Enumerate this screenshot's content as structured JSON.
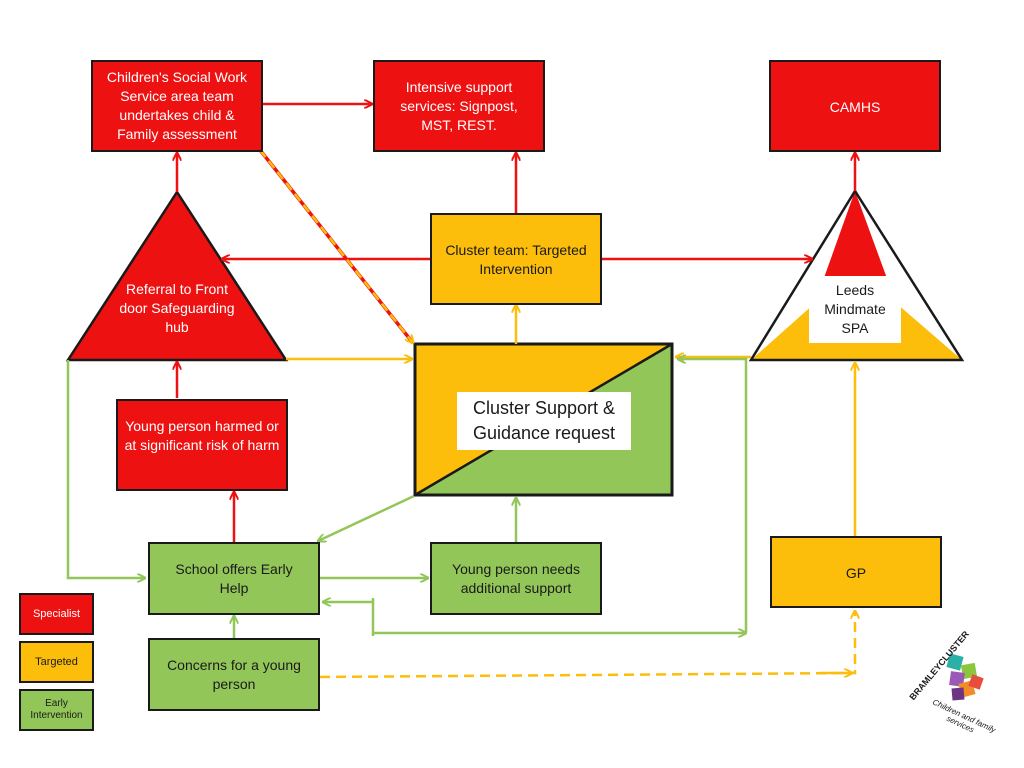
{
  "nodes": {
    "childrens_social_work": "Children's Social Work Service area team undertakes child & Family assessment",
    "intensive_support": "Intensive support services: Signpost, MST, REST.",
    "camhs": "CAMHS",
    "referral_front_door": "Referral to Front door Safeguarding hub",
    "cluster_team": "Cluster team: Targeted Intervention",
    "leeds_mindmate": "Leeds Mindmate SPA",
    "cluster_support_request": "Cluster Support & Guidance request",
    "young_person_harmed": "Young person harmed or at significant risk of harm",
    "school_offers_early_help": "School offers Early Help",
    "young_person_needs_support": "Young person needs additional support",
    "gp": "GP",
    "concerns_young_person": "Concerns for a young person"
  },
  "legend": {
    "specialist": "Specialist",
    "targeted": "Targeted",
    "early_intervention": "Early Intervention"
  },
  "logo": {
    "name": "BRAMLEYCLUSTER",
    "tagline": "Children and family services"
  },
  "colors": {
    "specialist": "#ee1111",
    "targeted": "#fcbe0a",
    "early_intervention": "#93c659",
    "border": "#1a1a1a"
  }
}
